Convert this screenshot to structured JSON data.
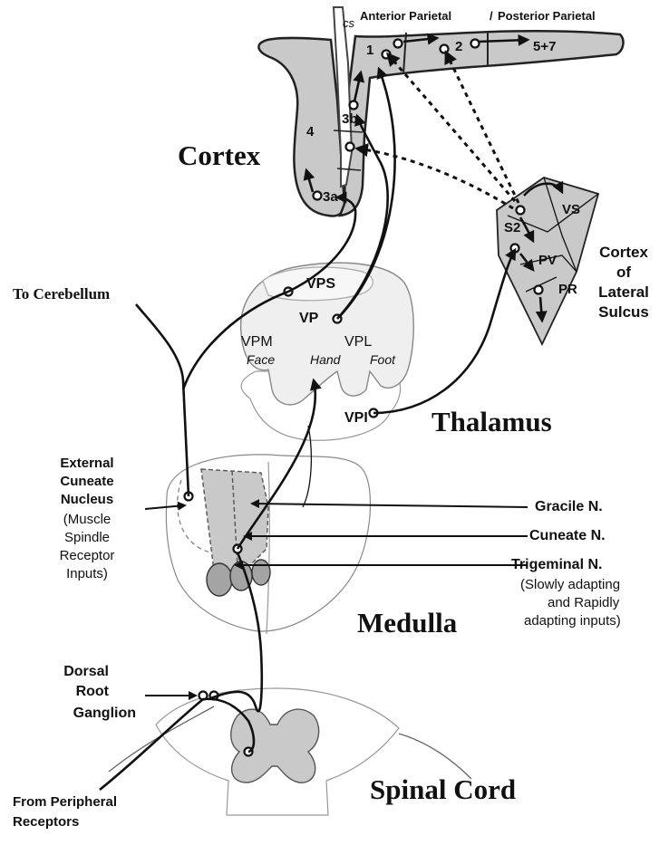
{
  "cortex": {
    "title": "Cortex",
    "sulcus_label": "cs",
    "anterior_parietal": "Anterior Parietal",
    "divider": "/",
    "posterior_parietal": "Posterior Parietal",
    "areas": {
      "area_1": "1",
      "area_2": "2",
      "area_5_7": "5+7",
      "area_3b": "3b",
      "area_4": "4",
      "area_3a": "3a"
    }
  },
  "lateral_sulcus": {
    "title_line1": "Cortex",
    "title_line2": "of",
    "title_line3": "Lateral",
    "title_line4": "Sulcus",
    "areas": {
      "s2": "S2",
      "vs": "VS",
      "pv": "PV",
      "pr": "PR"
    }
  },
  "thalamus": {
    "title": "Thalamus",
    "nuclei": {
      "vps": "VPS",
      "vp": "VP",
      "vpm": "VPM",
      "vpl": "VPL",
      "vpi": "VPI"
    },
    "body_parts": {
      "face": "Face",
      "hand": "Hand",
      "foot": "Foot"
    }
  },
  "cerebellum_label": "To Cerebellum",
  "medulla": {
    "title": "Medulla",
    "external_cuneate": {
      "line1": "External",
      "line2": "Cuneate",
      "line3": "Nucleus",
      "line4": "(Muscle",
      "line5": "Spindle",
      "line6": "Receptor",
      "line7": "Inputs)"
    },
    "gracile": "Gracile N.",
    "cuneate": "Cuneate N.",
    "trigeminal": {
      "name": "Trigeminal N.",
      "line2": "(Slowly adapting",
      "line3": "and Rapidly",
      "line4": "adapting inputs)"
    }
  },
  "spinal": {
    "title": "Spinal Cord",
    "drg_line1": "Dorsal",
    "drg_line2": "Root",
    "drg_line3": "Ganglion",
    "peripheral_line1": "From Peripheral",
    "peripheral_line2": "Receptors"
  }
}
